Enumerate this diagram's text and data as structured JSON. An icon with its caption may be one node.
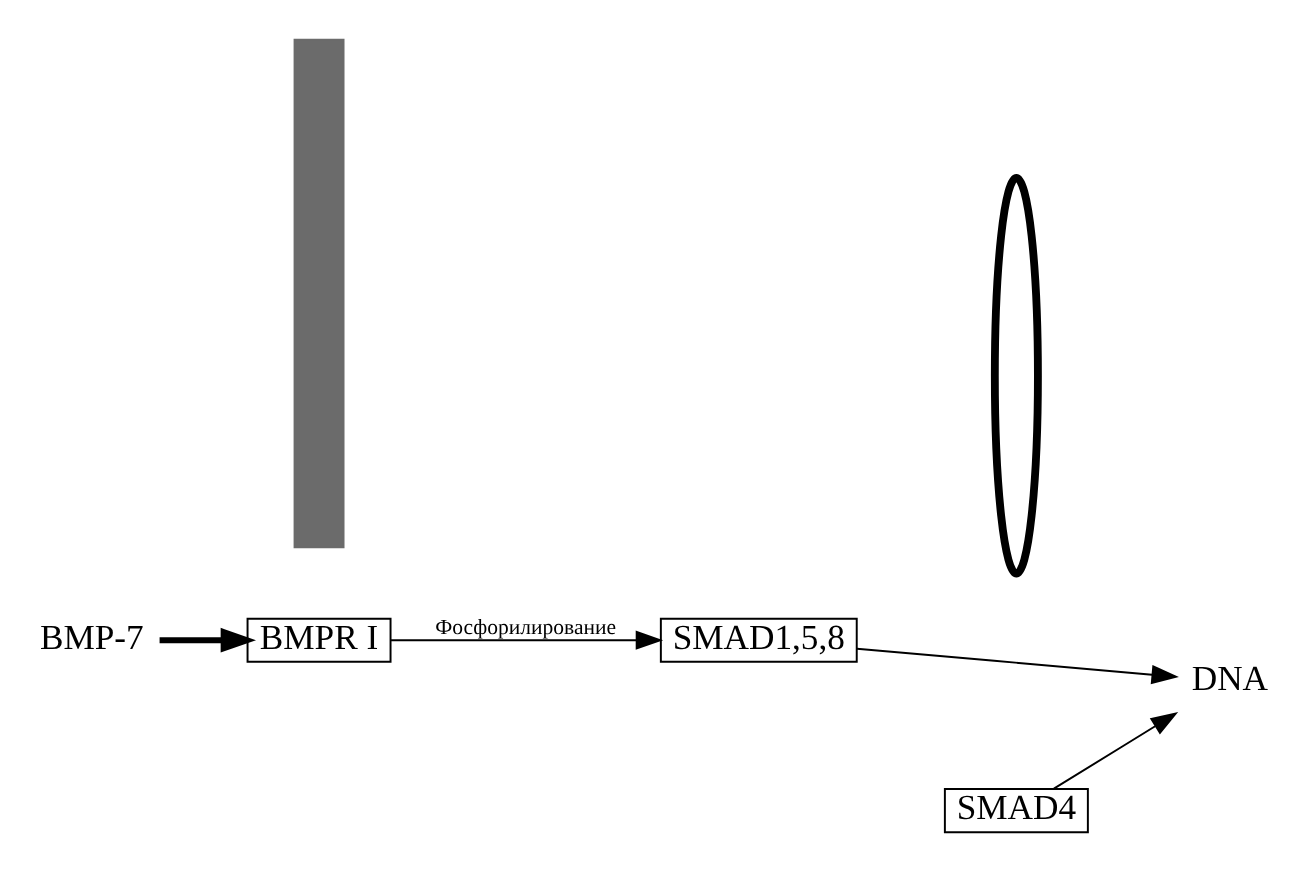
{
  "diagram": {
    "nodes": [
      {
        "text": [
          "BMP-7"
        ]
      },
      {
        "text": [],
        "shape": "bar"
      },
      {
        "text": [
          "BMPR I"
        ]
      },
      {
        "text": [
          "SMAD1,5,8"
        ]
      },
      {
        "text": [
          "SMAD4"
        ]
      },
      {
        "text": [],
        "shape": "arc"
      },
      {
        "text": [
          "DNA"
        ]
      }
    ],
    "edges": [
      {
        "from": 0,
        "to": 2,
        "arrow": "to",
        "style": "thick"
      },
      {
        "from": 2,
        "to": 3,
        "arrow": "to",
        "label": "Фосфорилирование"
      },
      {
        "from": 3,
        "to": 6,
        "arrow": "to"
      },
      {
        "from": 4,
        "to": 6,
        "arrow": "to"
      }
    ]
  }
}
